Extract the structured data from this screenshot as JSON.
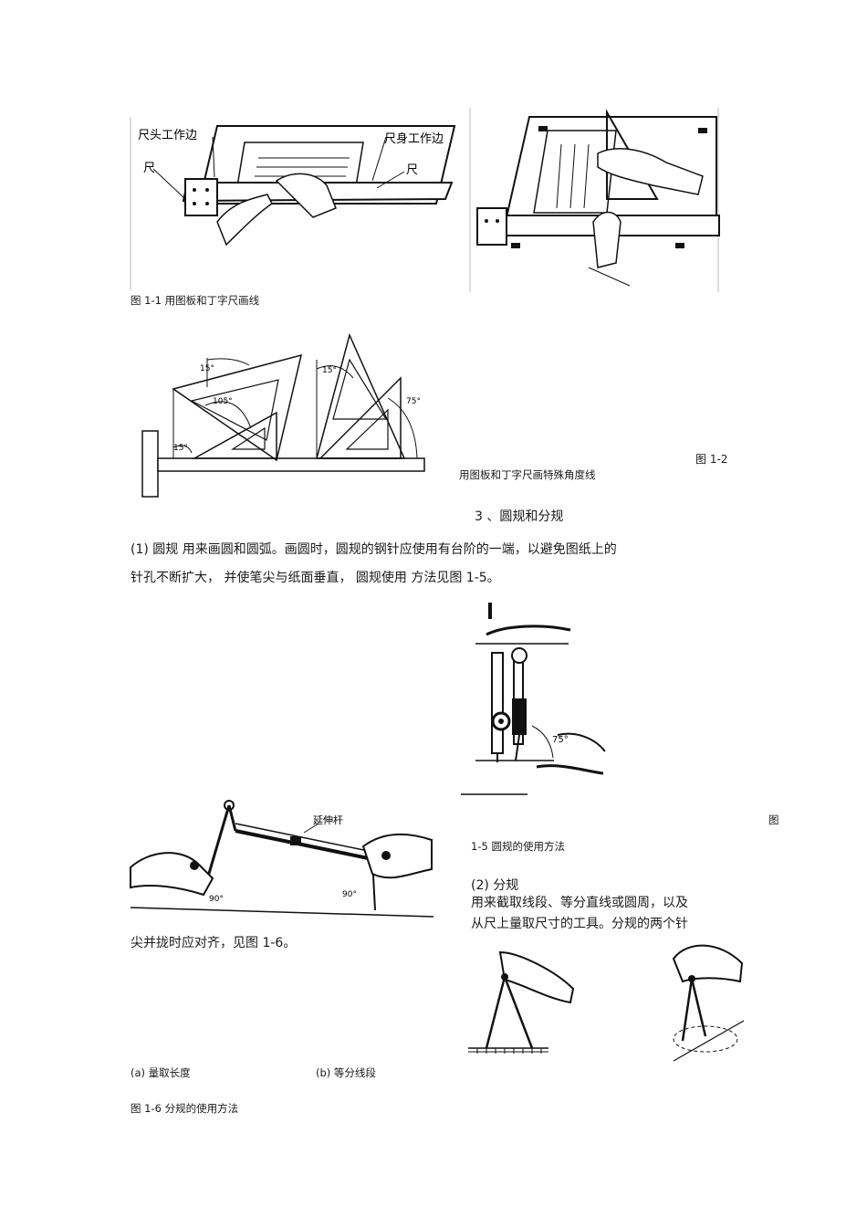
{
  "fig1": {
    "label_ruler_head_edge": "尺头工作边",
    "label_ruler_body_edge": "尺身工作边",
    "label_ruler_left": "尺",
    "label_ruler_right": "尺",
    "caption": "图 1-1  用图板和丁字尺画线"
  },
  "fig2": {
    "angle_15_a": "15°",
    "angle_105": "105°",
    "angle_15_b": "15°",
    "angle_15_c": "15°",
    "angle_75": "75°",
    "caption_num": "图   1-2",
    "caption_text": "用图板和丁字尺画特殊角度线"
  },
  "section3": {
    "heading": "3  、圆规和分规",
    "para1_line1": "(1)  圆规      用来画圆和圆弧。画圆时，圆规的钢针应使用有台阶的一端，以避免图纸上的",
    "para1_line2": "针孔不断扩大，   并使笔尖与纸面垂直，     圆规使用                             方法见图   1-5。"
  },
  "fig5": {
    "angle_75": "75°",
    "caption_prefix": "图",
    "caption": "1-5  圆规的使用方法"
  },
  "fig6_photo": {
    "label_extension": "延伸杆",
    "angle_left": "90°",
    "angle_right": "90°"
  },
  "divider": {
    "heading": "(2) 分规",
    "line1": "用来截取线段、等分直线或圆周，以及",
    "line2": "从尺上量取尺寸的工具。分规的两个针",
    "line3": "尖并拢时应对齐，见图      1-6。"
  },
  "fig6": {
    "sub_a": "(a)  量取长度",
    "sub_b": "(b)   等分线段",
    "caption": "图 1-6  分规的使用方法"
  }
}
